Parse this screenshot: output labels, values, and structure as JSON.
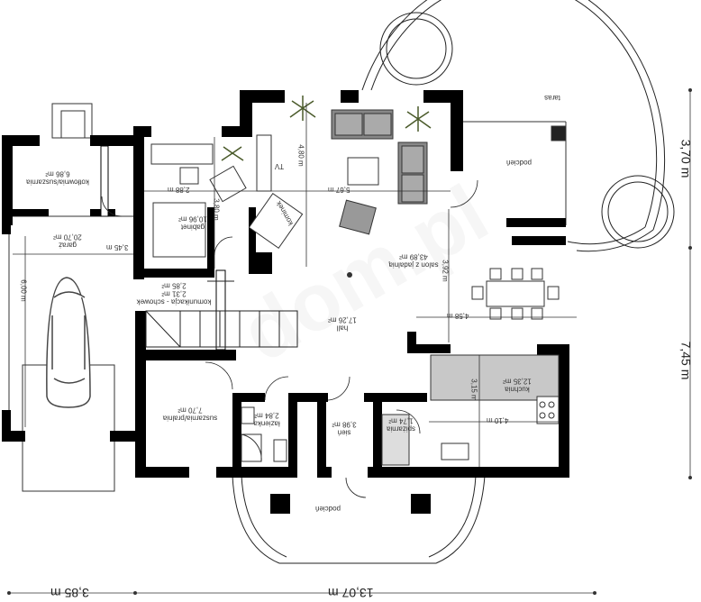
{
  "rooms": {
    "kotlownia": {
      "name": "kotłownia/suszarnia",
      "area": "6,86 m²"
    },
    "garaz": {
      "name": "garaż",
      "area": "20,70 m²"
    },
    "gabinet": {
      "name": "gabinet",
      "area": "10,96 m²"
    },
    "komunikacja": {
      "name": "komunikacja - schowek",
      "area1": "2,31 m²",
      "area2": "2,85 m²"
    },
    "salon": {
      "name": "salon z jadalnią",
      "area": "43,89 m²"
    },
    "hall": {
      "name": "hall",
      "area": "17,26 m²"
    },
    "suszarnia": {
      "name": "suszarnia/pralnia",
      "area": "7,70 m²"
    },
    "lazienka": {
      "name": "łazienka",
      "area": "2,84 m²"
    },
    "sien": {
      "name": "sień",
      "area": "3,98 m²"
    },
    "spizarnia": {
      "name": "spiżarnia",
      "area": "1,74 m²"
    },
    "kuchnia": {
      "name": "kuchnia",
      "area": "12,35 m²"
    }
  },
  "labels": {
    "taras": "taras",
    "podcien_top": "podcień",
    "podcien_bottom": "podcień",
    "tv": "TV",
    "kominek": "kominek"
  },
  "dimensions": {
    "d288": "2,88 m",
    "d567": "5,67 m",
    "d480": "4,80 m",
    "d345": "3,45 m",
    "d600": "6,00 m",
    "d380": "3,80 m",
    "d392": "3,92 m",
    "d458": "4,58 m",
    "d315": "3,15 m",
    "d410": "4,10 m",
    "d385": "3,85 m",
    "d1307": "13,07 m",
    "d745": "7,45 m",
    "d370": "3,70 m"
  },
  "watermark": "dom.pl"
}
